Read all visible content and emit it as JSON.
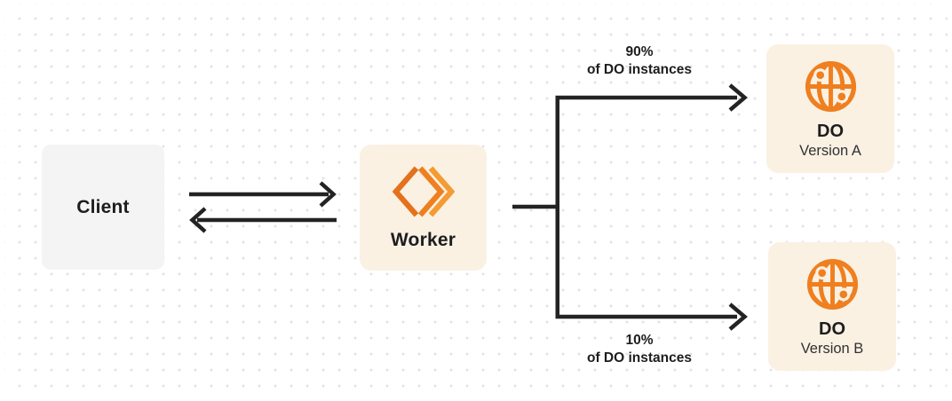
{
  "canvas": {
    "background": "#ffffff",
    "dot_grid": true
  },
  "colors": {
    "accent_orange": "#ef7f1f",
    "accent_orange_dark": "#e4711c",
    "accent_orange_light": "#f49b33",
    "node_cream": "#faf1e3",
    "node_gray": "#f4f4f5",
    "line_dark": "#232323",
    "text_dark": "#1d1d1f",
    "text_secondary": "#313133",
    "dot_color": "#e3e3e5"
  },
  "nodes": {
    "client": {
      "label": "Client"
    },
    "worker": {
      "label": "Worker",
      "icon": "worker-chevron-diamond-icon"
    },
    "do_version_a": {
      "title": "DO",
      "subtitle": "Version A",
      "icon": "globe-icon"
    },
    "do_version_b": {
      "title": "DO",
      "subtitle": "Version B",
      "icon": "globe-icon"
    }
  },
  "edges": {
    "client_worker": {
      "type": "bidirectional-arrows"
    },
    "worker_fork": {
      "type": "elbow-fork"
    },
    "worker_do_a": {
      "percent": "90%",
      "caption": "of DO instances"
    },
    "worker_do_b": {
      "percent": "10%",
      "caption": "of DO instances"
    }
  }
}
